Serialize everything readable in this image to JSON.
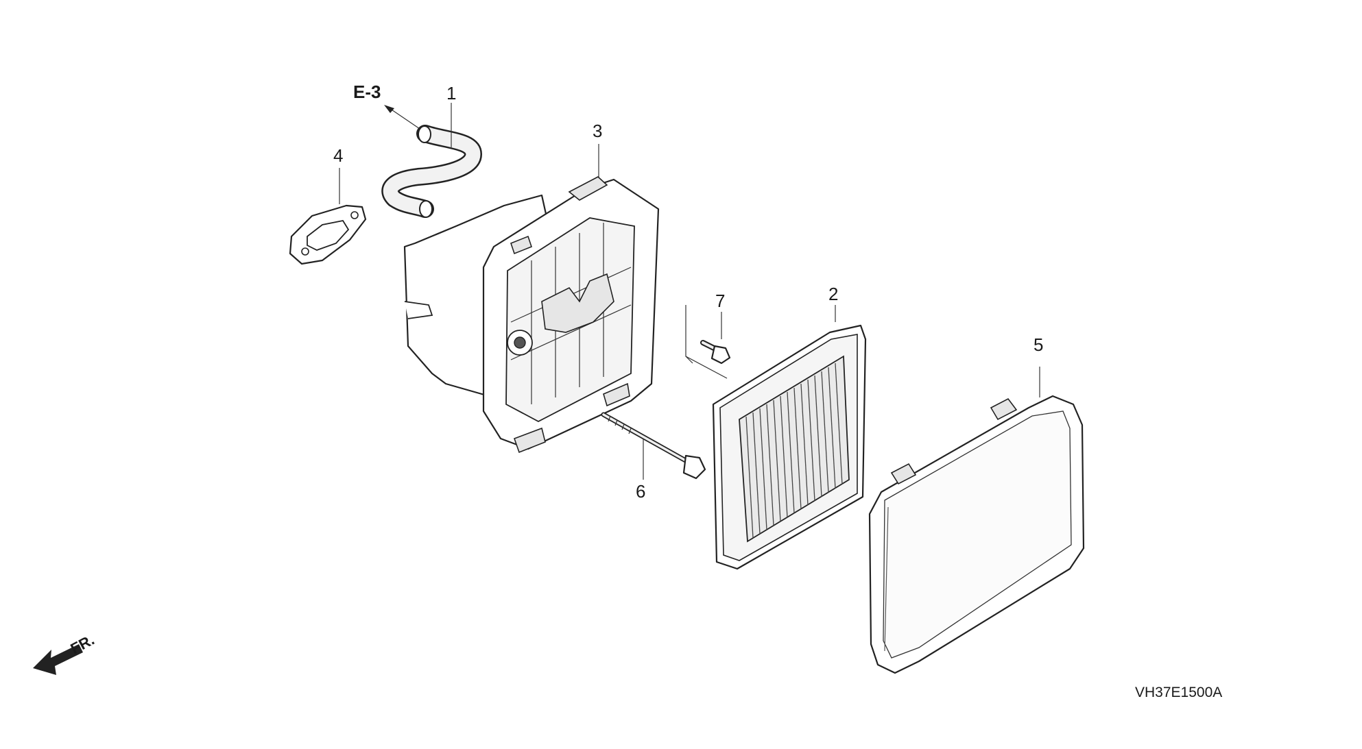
{
  "diagram": {
    "ref_label": "E-3",
    "direction_label": "FR.",
    "drawing_code": "VH37E1500A",
    "parts": [
      {
        "id": "hose",
        "number": "1"
      },
      {
        "id": "filter-element",
        "number": "2"
      },
      {
        "id": "case",
        "number": "3"
      },
      {
        "id": "gasket",
        "number": "4"
      },
      {
        "id": "cover",
        "number": "5"
      },
      {
        "id": "long-bolt",
        "number": "6"
      },
      {
        "id": "short-bolt",
        "number": "7"
      }
    ]
  }
}
